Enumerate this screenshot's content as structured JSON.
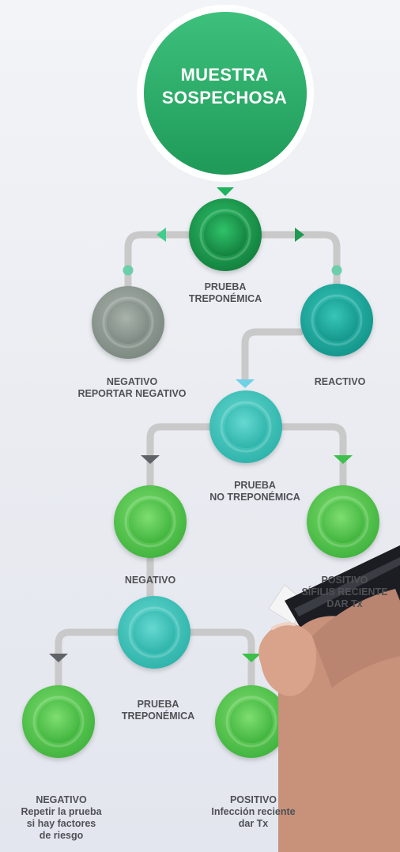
{
  "colors": {
    "connector": "#c9c9c9",
    "top_circle": "#2fb36e",
    "dark_green": "#1f9a52",
    "teal": "#27b3a7",
    "light_teal": "#45c8bf",
    "light_green": "#5cc656",
    "gray": "#8f9b93",
    "arrow_gray": "#5f6266",
    "dot": "#6ccfa9"
  },
  "title": [
    "MUESTRA",
    "SOSPECHOSA"
  ],
  "nodes": {
    "prueba_treponemica_1": [
      "PRUEBA",
      "TREPONÉMICA"
    ],
    "negativo_reportar": [
      "NEGATIVO",
      "REPORTAR NEGATIVO"
    ],
    "reactivo": [
      "REACTIVO"
    ],
    "prueba_no_treponemica": [
      "PRUEBA",
      "NO TREPONÉMICA"
    ],
    "negativo": [
      "NEGATIVO"
    ],
    "positivo_sifilis": [
      "POSITIVO",
      "SÍFILIS RECIENTE",
      "DAR Tx"
    ],
    "prueba_treponemica_2": [
      "PRUEBA",
      "TREPONÉMICA"
    ],
    "negativo_repetir": [
      "NEGATIVO",
      "Repetir la prueba",
      "si hay factores",
      "de riesgo"
    ],
    "positivo_infeccion": [
      "POSITIVO",
      "Infección reciente",
      "dar Tx"
    ]
  }
}
